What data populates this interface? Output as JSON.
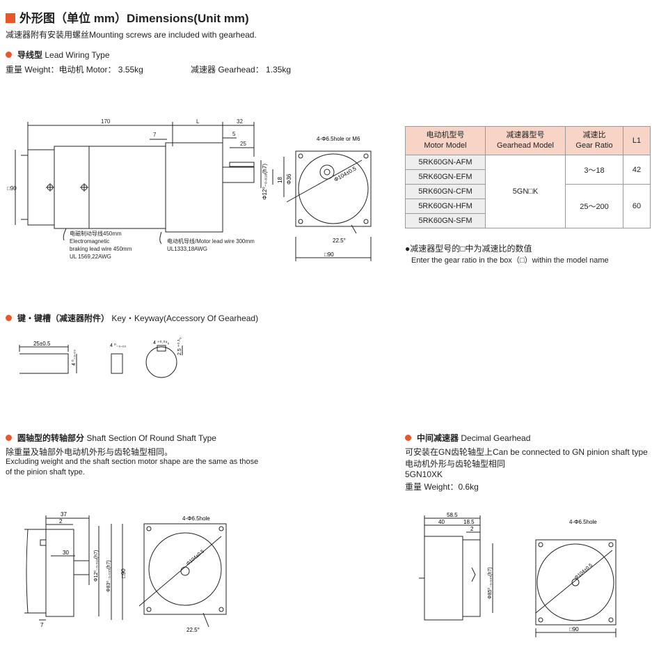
{
  "header": {
    "title": "外形图（单位 mm）Dimensions(Unit mm)",
    "note": "减速器附有安装用螺丝Mounting screws are included with gearhead."
  },
  "lead_wiring": {
    "heading_cn": "导线型",
    "heading_en": "Lead Wiring Type",
    "weight_line": "重量 Weight：电动机 Motor： 3.55kg",
    "gearhead_weight": "减速器 Gearhead： 1.35kg",
    "dims": {
      "d170": "170",
      "dL": "L",
      "d32": "32",
      "d7": "7",
      "d5": "5",
      "d25": "25",
      "d18": "18",
      "shaft": "Φ12⁰₋₀.₀₁₈(h7)",
      "phi36": "Φ36",
      "box90": "□90",
      "holes": "4-Φ6.5hole or M6",
      "pcd": "Φ104±0.5",
      "angle": "22.5°",
      "box90b": "□90"
    },
    "brake_wire": [
      "电磁制动导线450mm",
      "Electromagnetic",
      "braking lead wire 450mm",
      "UL 1569,22AWG"
    ],
    "motor_wire": [
      "电动机导线/Motor lead wire 300mm",
      "UL1333,18AWG"
    ]
  },
  "spec_table": {
    "headers": [
      [
        "电动机型号",
        "Motor Model"
      ],
      [
        "减速器型号",
        "Gearhead Model"
      ],
      [
        "减速比",
        "Gear Ratio"
      ],
      [
        "L1"
      ]
    ],
    "motor_models": [
      "5RK60GN-AFM",
      "5RK60GN-EFM",
      "5RK60GN-CFM",
      "5RK60GN-HFM",
      "5RK60GN-SFM"
    ],
    "gearhead_model": "5GN□K",
    "ratios": [
      {
        "ratio": "3～18",
        "l1": "42"
      },
      {
        "ratio": "25～200",
        "l1": "60"
      }
    ],
    "note_cn": "●减速器型号的□中为减速比的数值",
    "note_en": "Enter the gear ratio in the box（□）within the model name"
  },
  "keyway": {
    "heading_cn": "键・键槽（减速器附件）",
    "heading_en": "Key・Keyway(Accessory Of Gearhead)",
    "dims": {
      "len": "25±0.5",
      "w1": "4 ⁰₋₀.₀₃",
      "w2": "4 ⁰₋₀.₀₃",
      "slot": "4 ⁺⁰·⁰⁴₀",
      "depth": "2.5 ⁺⁰·¹₀"
    }
  },
  "round_shaft": {
    "heading_cn": "圆轴型的转轴部分",
    "heading_en": "Shaft Section Of Round Shaft Type",
    "desc_cn": "除重量及轴部外电动机外形与齿轮轴型相同。",
    "desc_en1": "Excluding weight and the shaft section motor shape are the same as those",
    "desc_en2": "of the pinion shaft type.",
    "dims": {
      "d37": "37",
      "d2": "2",
      "d30": "30",
      "d7": "7",
      "shaft": "Φ12⁰₋₀.₀₁₈(h7)",
      "phi83": "Φ83⁰₋₀.₀₃₅(h7)",
      "box90": "□90",
      "holes": "4-Φ6.5hole",
      "pcd": "Φ104±0.5",
      "angle": "22.5°"
    }
  },
  "decimal_gearhead": {
    "heading_cn": "中间减速器",
    "heading_en": "Decimal Gearhead",
    "desc1": "可安装在GN齿轮轴型上Can be connected to GN pinion shaft type",
    "desc2": "电动机外形与齿轮轴型相同",
    "model": "5GN10XK",
    "weight": "重量 Weight：0.6kg",
    "dims": {
      "d585": "58.5",
      "d40": "40",
      "d185": "18.5",
      "d2": "2",
      "phi85": "Φ85⁰₋₀.₀₃₅(h7)",
      "holes": "4-Φ6.5hole",
      "pcd": "Φ104±0.5",
      "box90": "□90"
    }
  },
  "colors": {
    "accent": "#e8562a",
    "table_header": "#f7d4c6",
    "table_model": "#eeeeee"
  }
}
